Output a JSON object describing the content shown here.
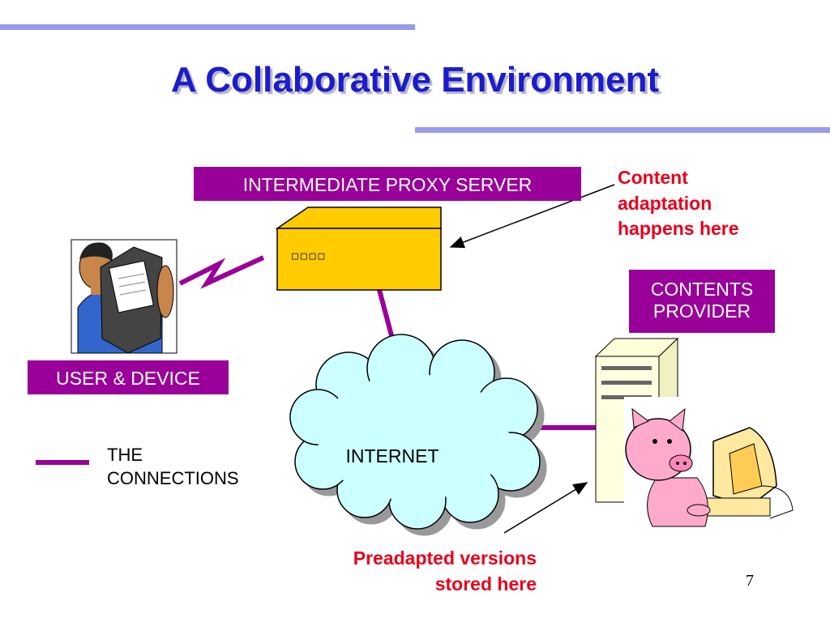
{
  "slide": {
    "title": "A Collaborative Environment",
    "page_number": "7"
  },
  "labels": {
    "proxy_server": "INTERMEDIATE PROXY SERVER",
    "user_device": "USER & DEVICE",
    "contents_provider_line1": "CONTENTS",
    "contents_provider_line2": "PROVIDER",
    "internet": "INTERNET",
    "proxy_panel_glyphs": "□□□□"
  },
  "notes": {
    "content_adaptation": [
      "Content",
      "adaptation",
      "happens here"
    ],
    "preadapted": [
      "Preadapted versions",
      "stored here"
    ]
  },
  "legend": {
    "lines": [
      "THE",
      "CONNECTIONS"
    ]
  },
  "colors": {
    "title": "#1c1ccc",
    "label_bg": "#990099",
    "note_text": "#e8001c",
    "connection": "#990099",
    "proxy_box": "#ffcc00",
    "cloud": "#ccffff",
    "rule": "#9999ee"
  },
  "icons": [
    "lightning-icon",
    "proxy-server-icon",
    "cloud-icon",
    "person-with-device-icon",
    "tower-computer-icon",
    "pig-at-computer-icon"
  ]
}
